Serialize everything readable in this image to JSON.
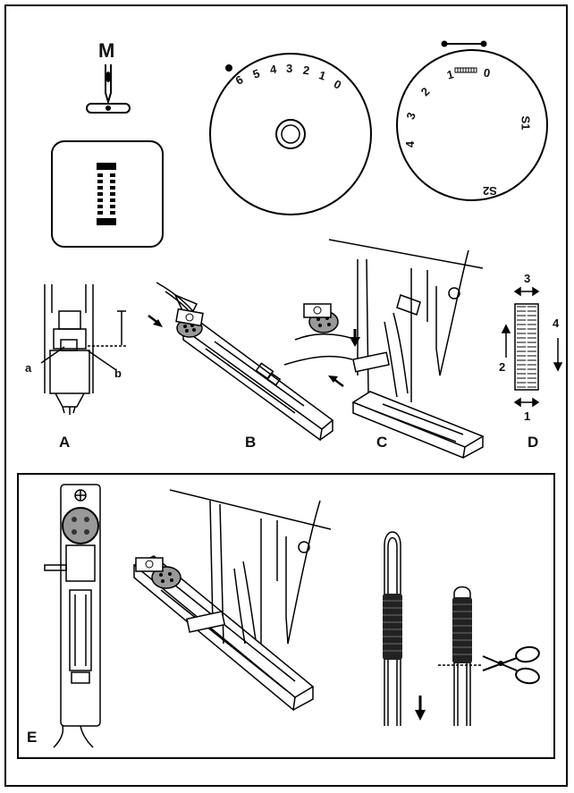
{
  "needle_label": "M",
  "dial_left": {
    "numbers": [
      "6",
      "5",
      "4",
      "3",
      "2",
      "1",
      "0"
    ]
  },
  "dial_right": {
    "numbers": [
      "4",
      "3",
      "2",
      "1",
      "0",
      "S1",
      "S2"
    ]
  },
  "step_labels": {
    "A": "A",
    "B": "B",
    "C": "C",
    "D": "D",
    "E": "E"
  },
  "foot_labels": {
    "a": "a",
    "b": "b"
  },
  "sequence_labels": {
    "one": "1",
    "two": "2",
    "three": "3",
    "four": "4"
  },
  "colors": {
    "line": "#000000",
    "background": "#ffffff"
  },
  "icons": [
    "needle-icon",
    "stitch-pattern-icon",
    "button-icon",
    "scissors-icon",
    "arrow-icon"
  ]
}
